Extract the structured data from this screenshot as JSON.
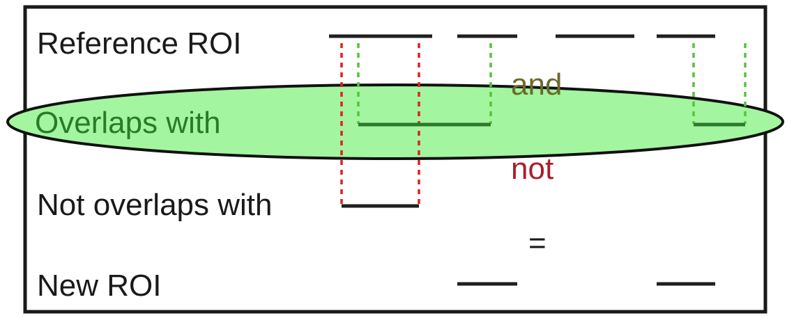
{
  "labels": {
    "reference": "Reference ROI",
    "overlaps": "Overlaps with",
    "not_overlaps": "Not overlaps with",
    "new_roi": "New ROI"
  },
  "operators": {
    "and": "and",
    "not": "not",
    "equals": "="
  },
  "colors": {
    "frame": "#1a1a1a",
    "line": "#1f1f1f",
    "ellipse_fill": "#a3f59f",
    "overlap_text": "#2a7a2a",
    "overlap_line": "#2b7a2b",
    "and_text": "#6b6a2a",
    "not_text": "#a81e2a",
    "red_dash": "#e02020",
    "green_dash": "#55c43c"
  }
}
